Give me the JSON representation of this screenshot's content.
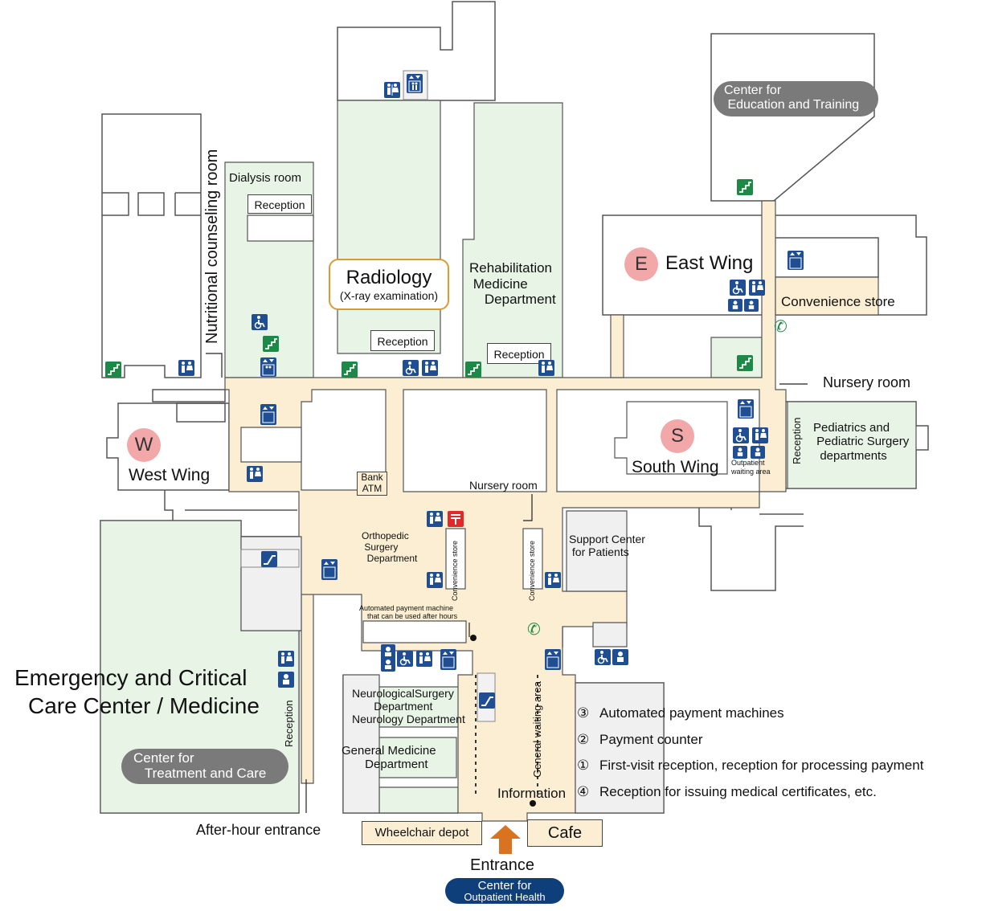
{
  "colors": {
    "public_area": "#fbeed2",
    "clinic_area": "#e8f5e6",
    "wall": "#555555",
    "icon_blue": "#1f4f92",
    "icon_green": "#1c8a46",
    "wing_marker": "#f2a8a8",
    "pill_gray": "#7a7a7a",
    "pill_navy": "#0f3f7a",
    "entrance_arrow": "#d9731f",
    "radiology_border": "#d99a32"
  },
  "labels": {
    "nutritional_counseling_room": "Nutritional counseling room",
    "dialysis_room": "Dialysis room",
    "dialysis_reception": "Reception",
    "radiology_title": "Radiology",
    "radiology_subtitle": "(X-ray examination)",
    "radiology_reception": "Reception",
    "rehabilitation": "Rehabilitation\n Medicine\n    Department",
    "rehabilitation_reception": "Reception",
    "east_wing": "East Wing",
    "east_wing_letter": "E",
    "convenience_store_east": "Convenience store",
    "nursery_room_east": "Nursery room",
    "pediatrics": "Pediatrics and\n Pediatric Surgery\n  departments",
    "pediatrics_reception": "Reception",
    "south_wing": "South Wing",
    "south_wing_letter": "S",
    "outpatient_waiting_area": "Outpatient\nwaiting area",
    "west_wing": "West Wing",
    "west_wing_letter": "W",
    "bank_atm": "Bank\nATM",
    "nursery_room_center": "Nursery room",
    "orthopedic": "Orthopedic\n Surgery\n  Department",
    "convenience_store_left": "Convenience store",
    "convenience_store_right": "Convenience store",
    "support_center": "Support Center\n for Patients",
    "automated_payment_after_hours": "Automated payment machine\n    that can be used after hours",
    "emergency_line1": "Emergency and Critical",
    "emergency_line2": "Care Center / Medicine",
    "emergency_reception": "Reception",
    "neurological_surgery": "NeurologicalSurgery\n       Department",
    "neurology": "Neurology Department",
    "general_medicine": "General Medicine\n       Department",
    "general_waiting_area": "General waiting area",
    "information": "Information",
    "wheelchair_depot": "Wheelchair depot",
    "cafe": "Cafe",
    "entrance": "Entrance",
    "after_hour_entrance": "After-hour entrance",
    "center_education": "Center for\n Education and Training",
    "center_treatment": "Center for\n   Treatment and Care",
    "center_outpatient_line1": "Center for",
    "center_outpatient_line2": "Outpatient Health"
  },
  "counter_list": [
    {
      "marker": "③",
      "text": "Automated payment machines"
    },
    {
      "marker": "②",
      "text": "Payment counter"
    },
    {
      "marker": "①",
      "text": "First-visit reception, reception for processing payment"
    },
    {
      "marker": "④",
      "text": "Reception for issuing medical certificates, etc."
    }
  ],
  "icons": {
    "restroom": "restroom-icon",
    "elevator": "elevator-icon",
    "stairs": "stairs-icon",
    "escalator": "escalator-icon",
    "accessible_toilet": "accessible-toilet-icon",
    "telephone": "telephone-icon",
    "post_office": "post-office-icon",
    "baby_room": "baby-room-icon",
    "atm_point": "automated-payment-machine-point"
  }
}
